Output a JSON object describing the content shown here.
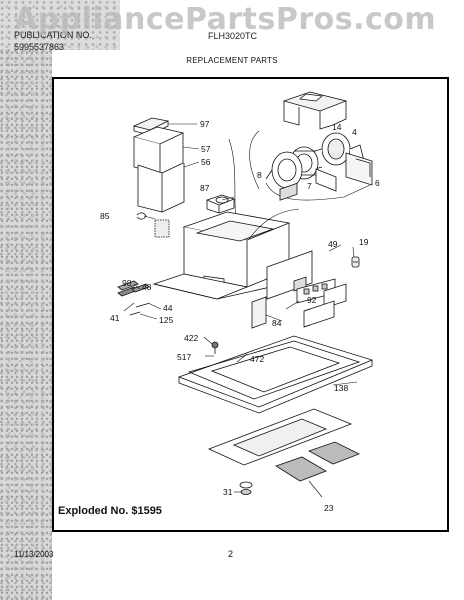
{
  "watermark": "AppliancePartsPros.com",
  "header": {
    "left_line1": "PUBLICATION NO.",
    "left_line2": "5995537863",
    "model": "FLH3020TC"
  },
  "subtitle": "REPLACEMENT PARTS",
  "diagram": {
    "callouts": {
      "c97": "97",
      "c57": "57",
      "c56": "56",
      "c14": "14",
      "c4": "4",
      "c8": "8",
      "c7": "7",
      "c6": "6",
      "c87": "87",
      "c85": "85",
      "c49": "49",
      "c19": "19",
      "c98": "98",
      "c48": "48",
      "c44": "44",
      "c41": "41",
      "c125": "125",
      "c92": "92",
      "c84": "84",
      "c422": "422",
      "c517": "517",
      "c472": "472",
      "c138": "138",
      "c31": "31",
      "c23": "23"
    },
    "exploded_label": "Exploded No. $1595"
  },
  "footer": {
    "date": "11/13/2003",
    "page": "2"
  }
}
